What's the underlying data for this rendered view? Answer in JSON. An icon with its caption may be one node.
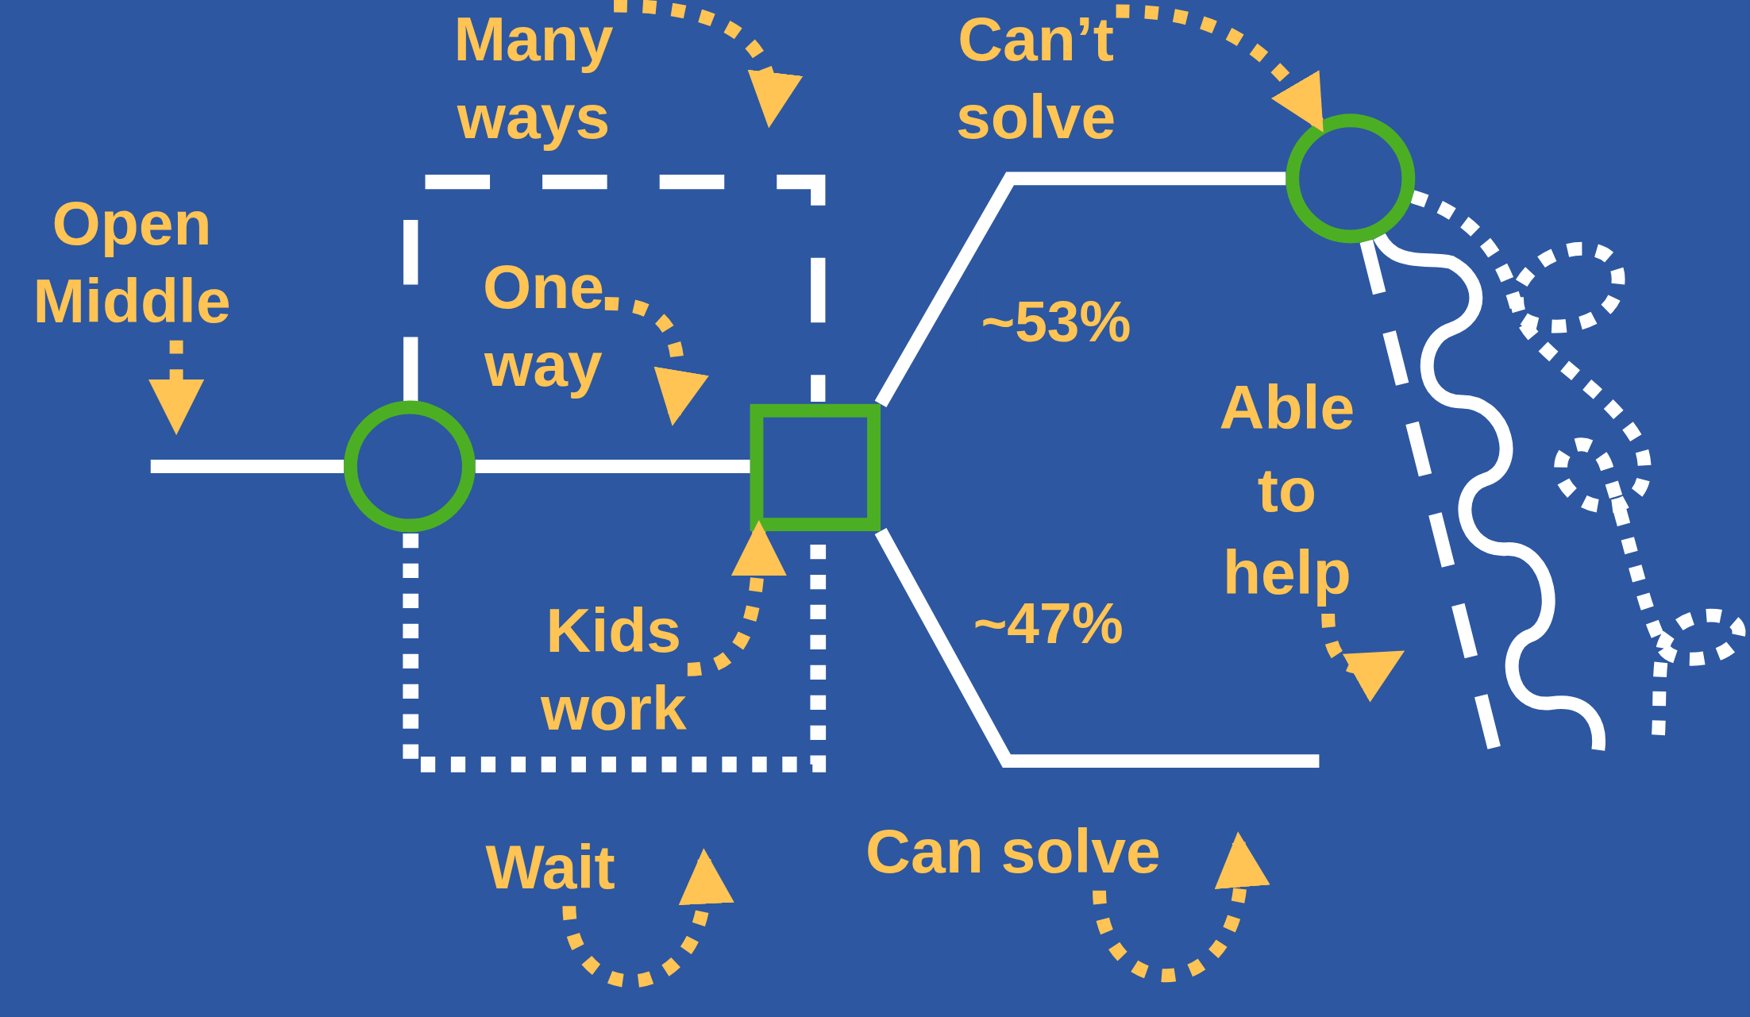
{
  "diagram": {
    "nodes": [
      {
        "text": [
          "Open Middle"
        ]
      },
      {
        "text": [
          "Many ways"
        ]
      },
      {
        "text": [
          "Can’t solve"
        ]
      },
      {
        "text": [
          "One way"
        ]
      },
      {
        "text": [
          "Able to help"
        ]
      },
      {
        "text": [
          "Kids work"
        ]
      },
      {
        "text": [
          "Wait"
        ]
      },
      {
        "text": [
          "Can solve"
        ]
      },
      {
        "text": [],
        "shape": "circle"
      },
      {
        "text": [],
        "shape": "box"
      },
      {
        "text": [],
        "shape": "circle"
      }
    ],
    "edges": [
      {
        "from": null,
        "to": 8,
        "arrow": "none",
        "color": "#ffffff"
      },
      {
        "from": 8,
        "to": 9,
        "arrow": "none",
        "color": "#ffffff"
      },
      {
        "from": 9,
        "to": 10,
        "arrow": "none",
        "label": "~53%",
        "color": "#ffffff"
      },
      {
        "from": 9,
        "to": null,
        "arrow": "none",
        "label": "~47%",
        "color": "#ffffff"
      },
      {
        "from": 10,
        "to": null,
        "arrow": "none",
        "style": "dashed",
        "color": "#ffffff"
      },
      {
        "from": 10,
        "to": null,
        "arrow": "none",
        "color": "#ffffff"
      },
      {
        "from": 10,
        "to": null,
        "arrow": "none",
        "style": "dashed",
        "color": "#ffffff"
      },
      {
        "from": 0,
        "to": null,
        "arrow": "to",
        "style": "dashed"
      },
      {
        "from": 1,
        "to": null,
        "arrow": "to",
        "style": "dashed"
      },
      {
        "from": 2,
        "to": 10,
        "arrow": "to",
        "style": "dashed"
      },
      {
        "from": 3,
        "to": null,
        "arrow": "to",
        "style": "dashed"
      },
      {
        "from": 5,
        "to": 9,
        "arrow": "to",
        "style": "dashed"
      },
      {
        "from": 6,
        "to": null,
        "arrow": "to",
        "style": "dashed"
      },
      {
        "from": 7,
        "to": null,
        "arrow": "to",
        "style": "dashed"
      },
      {
        "from": 4,
        "to": null,
        "arrow": "to",
        "style": "dashed"
      }
    ]
  }
}
